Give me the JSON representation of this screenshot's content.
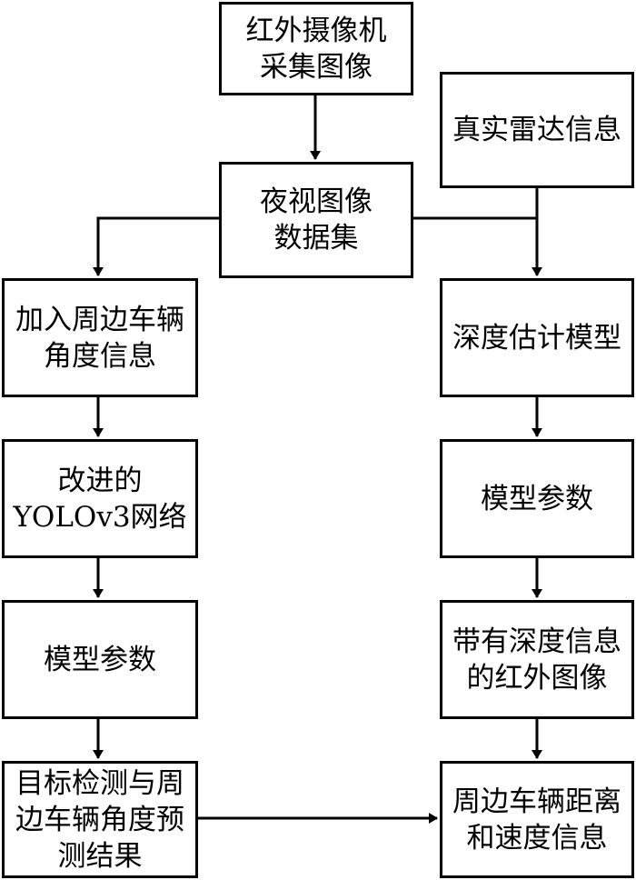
{
  "nodes": {
    "camera": "红外摄像机\n采集图像",
    "dataset": "夜视图像\n数据集",
    "radar": "真实雷达信息",
    "angle_info": "加入周边车辆\n角度信息",
    "yolo": "改进的\nYOLOv3网络",
    "params_left": "模型参数",
    "detection": "目标检测与周\n边车辆角度预\n测结果",
    "depth_model": "深度估计模型",
    "params_right": "模型参数",
    "depth_image": "带有深度信息\n的红外图像",
    "result": "周边车辆距离\n和速度信息"
  }
}
